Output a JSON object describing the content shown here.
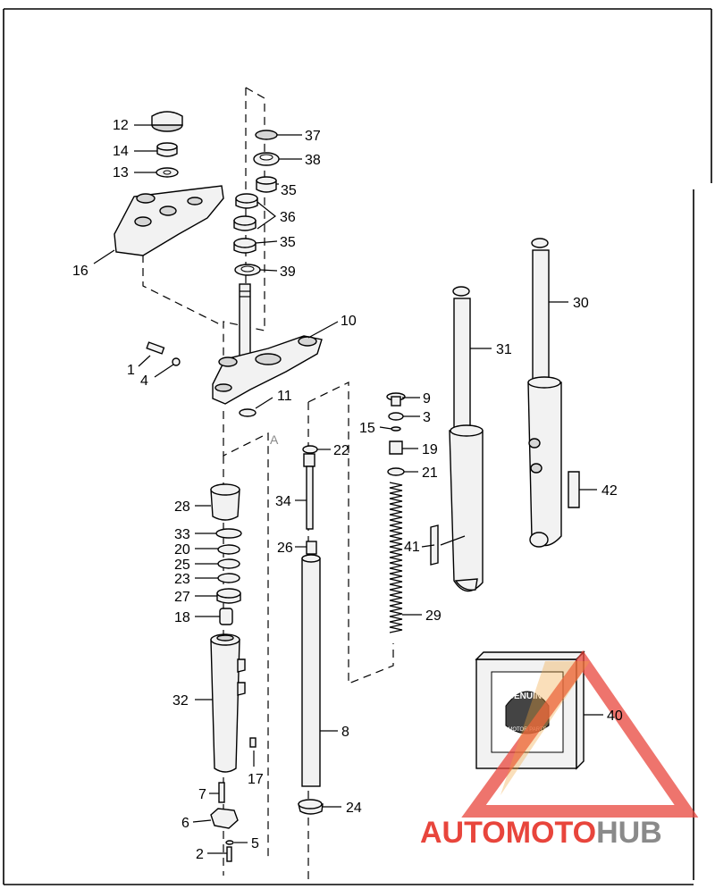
{
  "callouts": [
    {
      "id": "c12",
      "text": "12"
    },
    {
      "id": "c14",
      "text": "14"
    },
    {
      "id": "c13",
      "text": "13"
    },
    {
      "id": "c16",
      "text": "16"
    },
    {
      "id": "c37",
      "text": "37"
    },
    {
      "id": "c38",
      "text": "38"
    },
    {
      "id": "c35a",
      "text": "35"
    },
    {
      "id": "c36",
      "text": "36"
    },
    {
      "id": "c35b",
      "text": "35"
    },
    {
      "id": "c39",
      "text": "39"
    },
    {
      "id": "c10",
      "text": "10"
    },
    {
      "id": "c1",
      "text": "1"
    },
    {
      "id": "c4",
      "text": "4"
    },
    {
      "id": "c11",
      "text": "11"
    },
    {
      "id": "c9",
      "text": "9"
    },
    {
      "id": "c3",
      "text": "3"
    },
    {
      "id": "c15",
      "text": "15"
    },
    {
      "id": "c19",
      "text": "19"
    },
    {
      "id": "c21",
      "text": "21"
    },
    {
      "id": "c22",
      "text": "22"
    },
    {
      "id": "c34",
      "text": "34"
    },
    {
      "id": "c26",
      "text": "26"
    },
    {
      "id": "c28",
      "text": "28"
    },
    {
      "id": "c33",
      "text": "33"
    },
    {
      "id": "c20",
      "text": "20"
    },
    {
      "id": "c25",
      "text": "25"
    },
    {
      "id": "c23",
      "text": "23"
    },
    {
      "id": "c27",
      "text": "27"
    },
    {
      "id": "c18",
      "text": "18"
    },
    {
      "id": "c32",
      "text": "32"
    },
    {
      "id": "c17",
      "text": "17"
    },
    {
      "id": "c7",
      "text": "7"
    },
    {
      "id": "c6",
      "text": "6"
    },
    {
      "id": "c2",
      "text": "2"
    },
    {
      "id": "c5",
      "text": "5"
    },
    {
      "id": "c8",
      "text": "8"
    },
    {
      "id": "c24",
      "text": "24"
    },
    {
      "id": "c29",
      "text": "29"
    },
    {
      "id": "c41",
      "text": "41"
    },
    {
      "id": "c31",
      "text": "31"
    },
    {
      "id": "c30",
      "text": "30"
    },
    {
      "id": "c42",
      "text": "42"
    },
    {
      "id": "c40",
      "text": "40"
    }
  ],
  "letter_mark": "A",
  "badge": {
    "title": "GENUINE",
    "subtitle": "MOTOR PARTS"
  },
  "watermark": {
    "part1": "AUTOMOTO",
    "part2": "HUB",
    "color_primary": "#e8453c",
    "color_secondary": "#f0a23a",
    "color_hub": "#8a8a8a"
  }
}
